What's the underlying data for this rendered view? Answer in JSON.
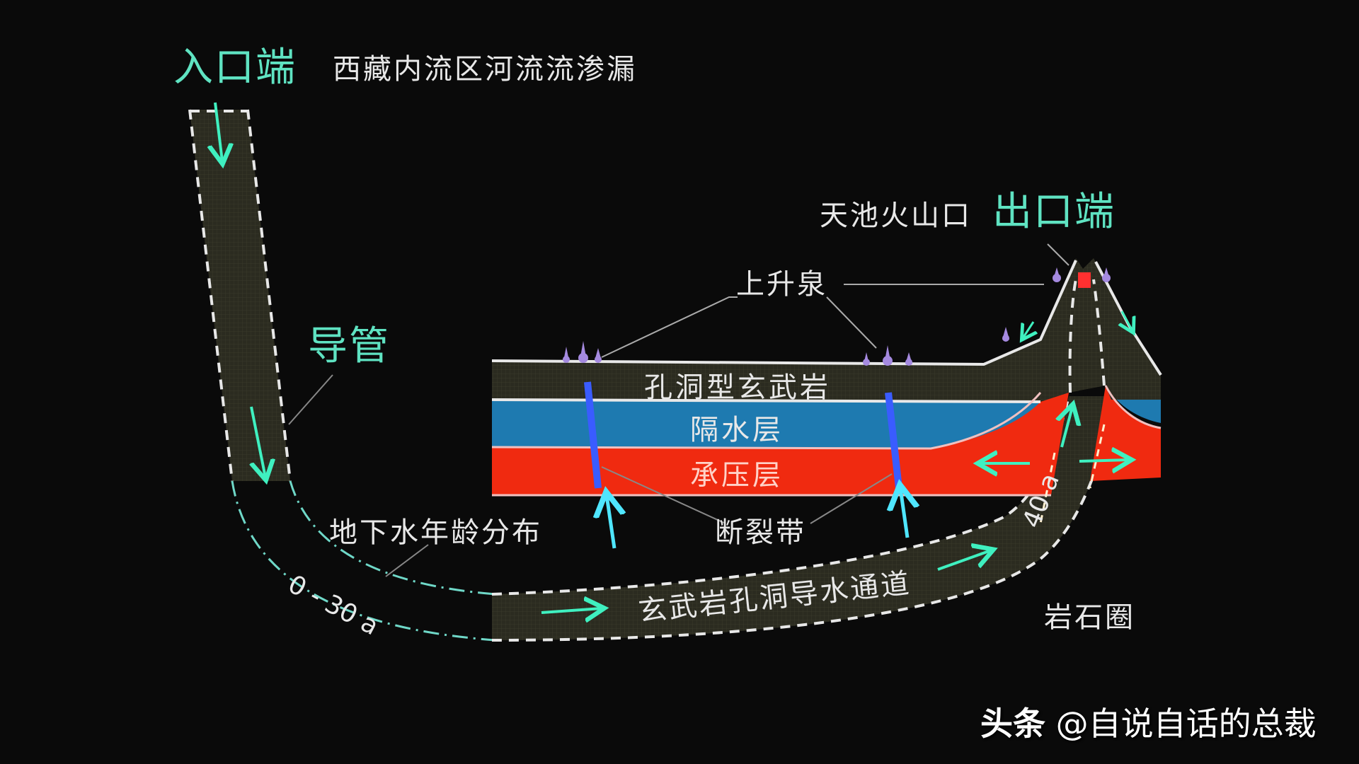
{
  "diagram": {
    "entrance": {
      "title": "入口端",
      "description": "西藏内流区河流流渗漏"
    },
    "conduit_label": "导管",
    "exit": {
      "crater_label": "天池火山口",
      "title": "出口端"
    },
    "springs_label": "上升泉",
    "layers": [
      {
        "name": "孔洞型玄武岩",
        "color": "#2a2a1e"
      },
      {
        "name": "隔水层",
        "color": "#1e7ab0"
      },
      {
        "name": "承压层",
        "color": "#f02a10"
      }
    ],
    "fault_label": "断裂带",
    "age_distribution_label": "地下水年龄分布",
    "age_range_label": "0 - 30 a",
    "age_40_label": "40 a",
    "channel_label": "玄武岩孔洞导水通道",
    "lithosphere_label": "岩石圈"
  },
  "colors": {
    "background": "#0a0a0a",
    "accent_teal": "#5fe3c2",
    "arrow_teal": "#3ff0c0",
    "fault_blue": "#3a5cff",
    "spring_purple": "#a58ae0",
    "crater_red": "#ff3030",
    "channel_fill": "#2b2b20"
  },
  "watermark": {
    "platform": "头条",
    "handle": "@自说自话的总裁"
  }
}
